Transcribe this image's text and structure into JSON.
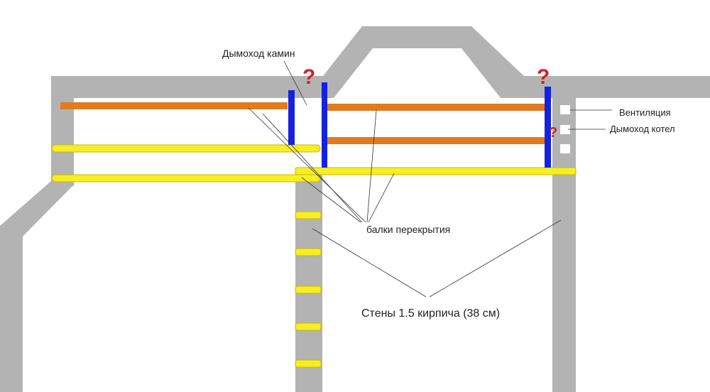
{
  "labels": {
    "chimney_fireplace": "Дымоход камин",
    "ventilation": "Вентиляция",
    "chimney_boiler": "Дымоход котел",
    "floor_beams": "балки перекрытия",
    "walls": "Стены 1.5 кирпича (38 см)"
  },
  "marks": {
    "question": "?"
  },
  "colors": {
    "wall": "#b3b3b3",
    "orange_beam": "#e07b1f",
    "yellow_beam": "#f7ee25",
    "yellow_beam_stroke": "#c9b800",
    "blue_post": "#1422e0",
    "question": "#d42020",
    "leader_line": "#333333",
    "background": "#ffffff"
  },
  "icons": {
    "question_mark": "question-mark-icon"
  }
}
